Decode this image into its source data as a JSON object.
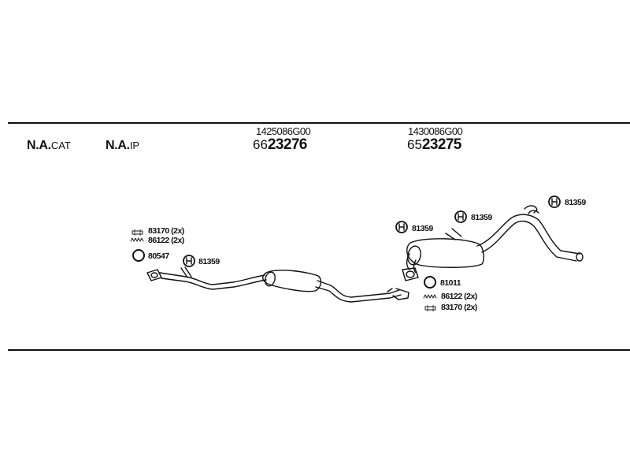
{
  "header": {
    "n1": {
      "bold": "N.A.",
      "suffix": "CAT"
    },
    "n2": {
      "bold": "N.A.",
      "suffix": "IP"
    }
  },
  "articles": [
    {
      "oem": "1425086G00",
      "prefix": "66",
      "main": "23276"
    },
    {
      "oem": "1430086G00",
      "prefix": "65",
      "main": "23275"
    }
  ],
  "parts": {
    "left": {
      "clamp": "83170 (2x)",
      "spring": "86122 (2x)",
      "ring": "80547",
      "hanger": "81359"
    },
    "right": {
      "hanger1": "81359",
      "hanger2": "81359",
      "hanger3": "81359",
      "ring": "81011",
      "spring": "86122 (2x)",
      "clamp": "83170 (2x)"
    }
  },
  "icons": [
    "clamp-icon",
    "spring-icon",
    "ring-icon",
    "hanger-icon",
    "exhaust-pipe-icon",
    "muffler-icon"
  ]
}
